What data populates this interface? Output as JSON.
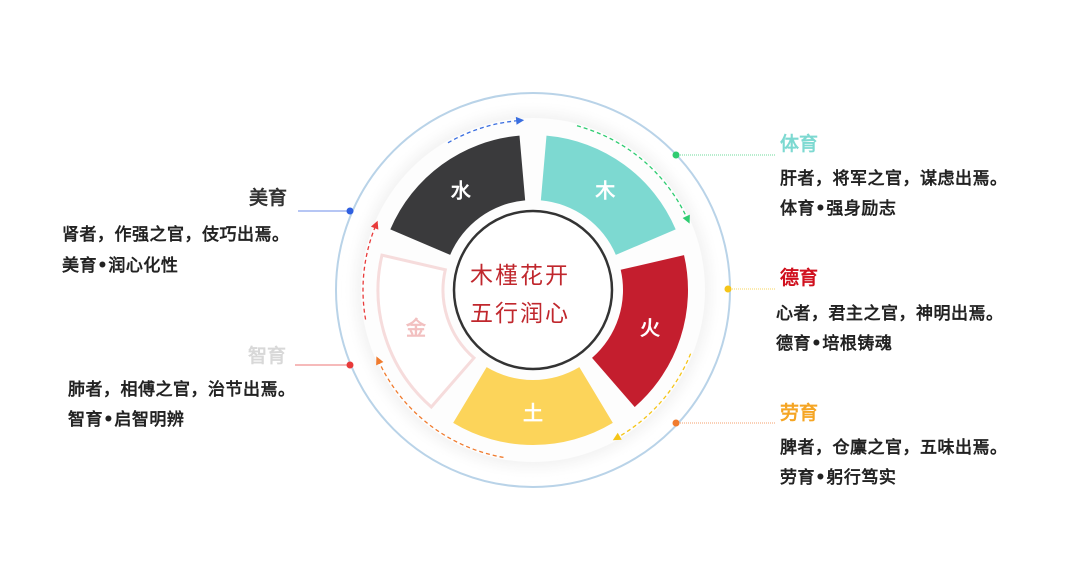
{
  "center": {
    "line1": "木槿花开",
    "line2": "五行润心",
    "color": "#c0272d"
  },
  "elements": [
    {
      "name": "木",
      "color": "#7dd9d1",
      "text_color": "#ffffff"
    },
    {
      "name": "火",
      "color": "#c41e2e",
      "text_color": "#ffffff"
    },
    {
      "name": "土",
      "color": "#fcd45a",
      "text_color": "#ffffff"
    },
    {
      "name": "金",
      "color": "#ffffff",
      "text_color": "#f2c0c0"
    },
    {
      "name": "水",
      "color": "#3a3a3c",
      "text_color": "#ffffff"
    }
  ],
  "labels": {
    "tiyu": {
      "title": "体育",
      "color": "#7dd9d1",
      "line1": "肝者，将军之官，谋虑出焉。",
      "line2": "体育•强身励志",
      "dot": "#2ecc71"
    },
    "deyu": {
      "title": "德育",
      "color": "#d0101e",
      "line1": "心者，君主之官，神明出焉。",
      "line2": "德育•培根铸魂",
      "dot": "#f5c518"
    },
    "laoyu": {
      "title": "劳育",
      "color": "#f5a524",
      "line1": "脾者，仓廪之官，五味出焉。",
      "line2": "劳育•躬行笃实",
      "dot": "#f07b2e"
    },
    "meiyu": {
      "title": "美育",
      "color": "#333333",
      "line1": "肾者，作强之官，伎巧出焉。",
      "line2": "美育•润心化性",
      "dot": "#2f5fe0"
    },
    "zhiyu": {
      "title": "智育",
      "color": "#d8d8d8",
      "line1": "肺者，相傅之官，治节出焉。",
      "line2": "智育•启智明辨",
      "dot": "#e83a3a"
    }
  }
}
